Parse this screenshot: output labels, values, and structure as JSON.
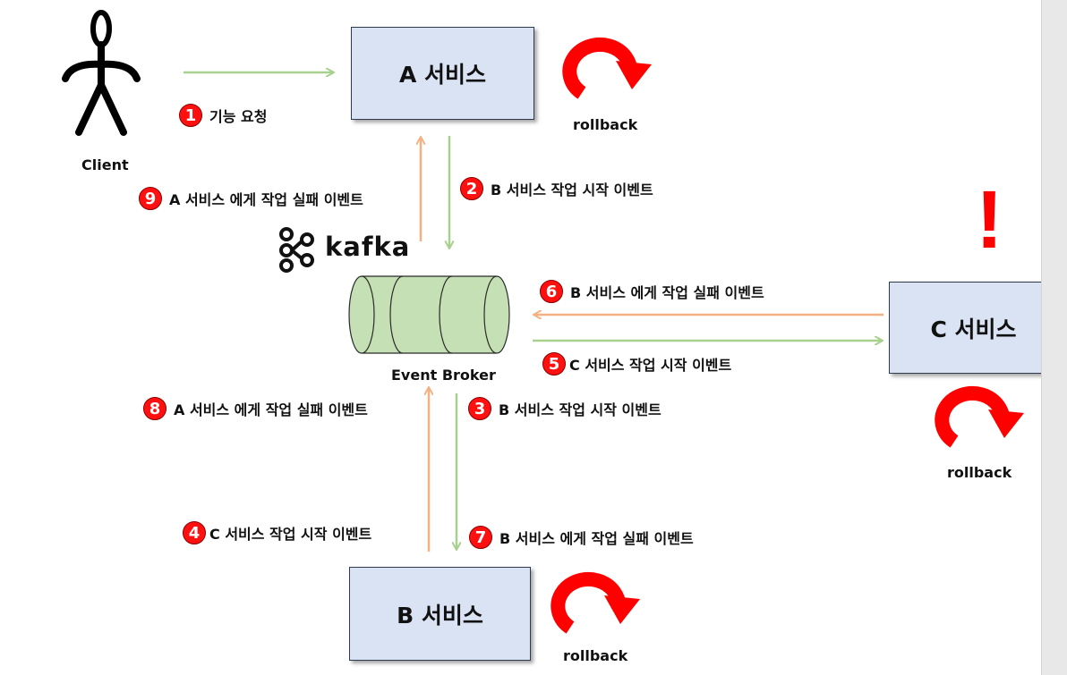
{
  "actors": {
    "client_label": "Client"
  },
  "services": {
    "a": "A 서비스",
    "b": "B 서비스",
    "c": "C 서비스"
  },
  "broker": {
    "logo_text": "kafka",
    "label": "Event Broker"
  },
  "rollback_label": "rollback",
  "alert_mark": "!",
  "steps": [
    {
      "num": "1",
      "text": "기능 요청"
    },
    {
      "num": "2",
      "text": "B 서비스 작업 시작 이벤트"
    },
    {
      "num": "3",
      "text": "B 서비스 작업 시작 이벤트"
    },
    {
      "num": "4",
      "text": "C 서비스 작업 시작 이벤트"
    },
    {
      "num": "5",
      "text": "C 서비스 작업 시작 이벤트"
    },
    {
      "num": "6",
      "text": "B 서비스 에게 작업 실패 이벤트"
    },
    {
      "num": "7",
      "text": "B 서비스 에게 작업 실패 이벤트"
    },
    {
      "num": "8",
      "text": "A 서비스 에게 작업 실패 이벤트"
    },
    {
      "num": "9",
      "text": "A 서비스 에게 작업 실패 이벤트"
    }
  ],
  "colors": {
    "request_arrow": "#a9d18e",
    "failure_arrow": "#f4b183",
    "service_fill": "#dae3f3",
    "broker_fill": "#c5e0b4",
    "rollback_red": "#ff0000"
  }
}
